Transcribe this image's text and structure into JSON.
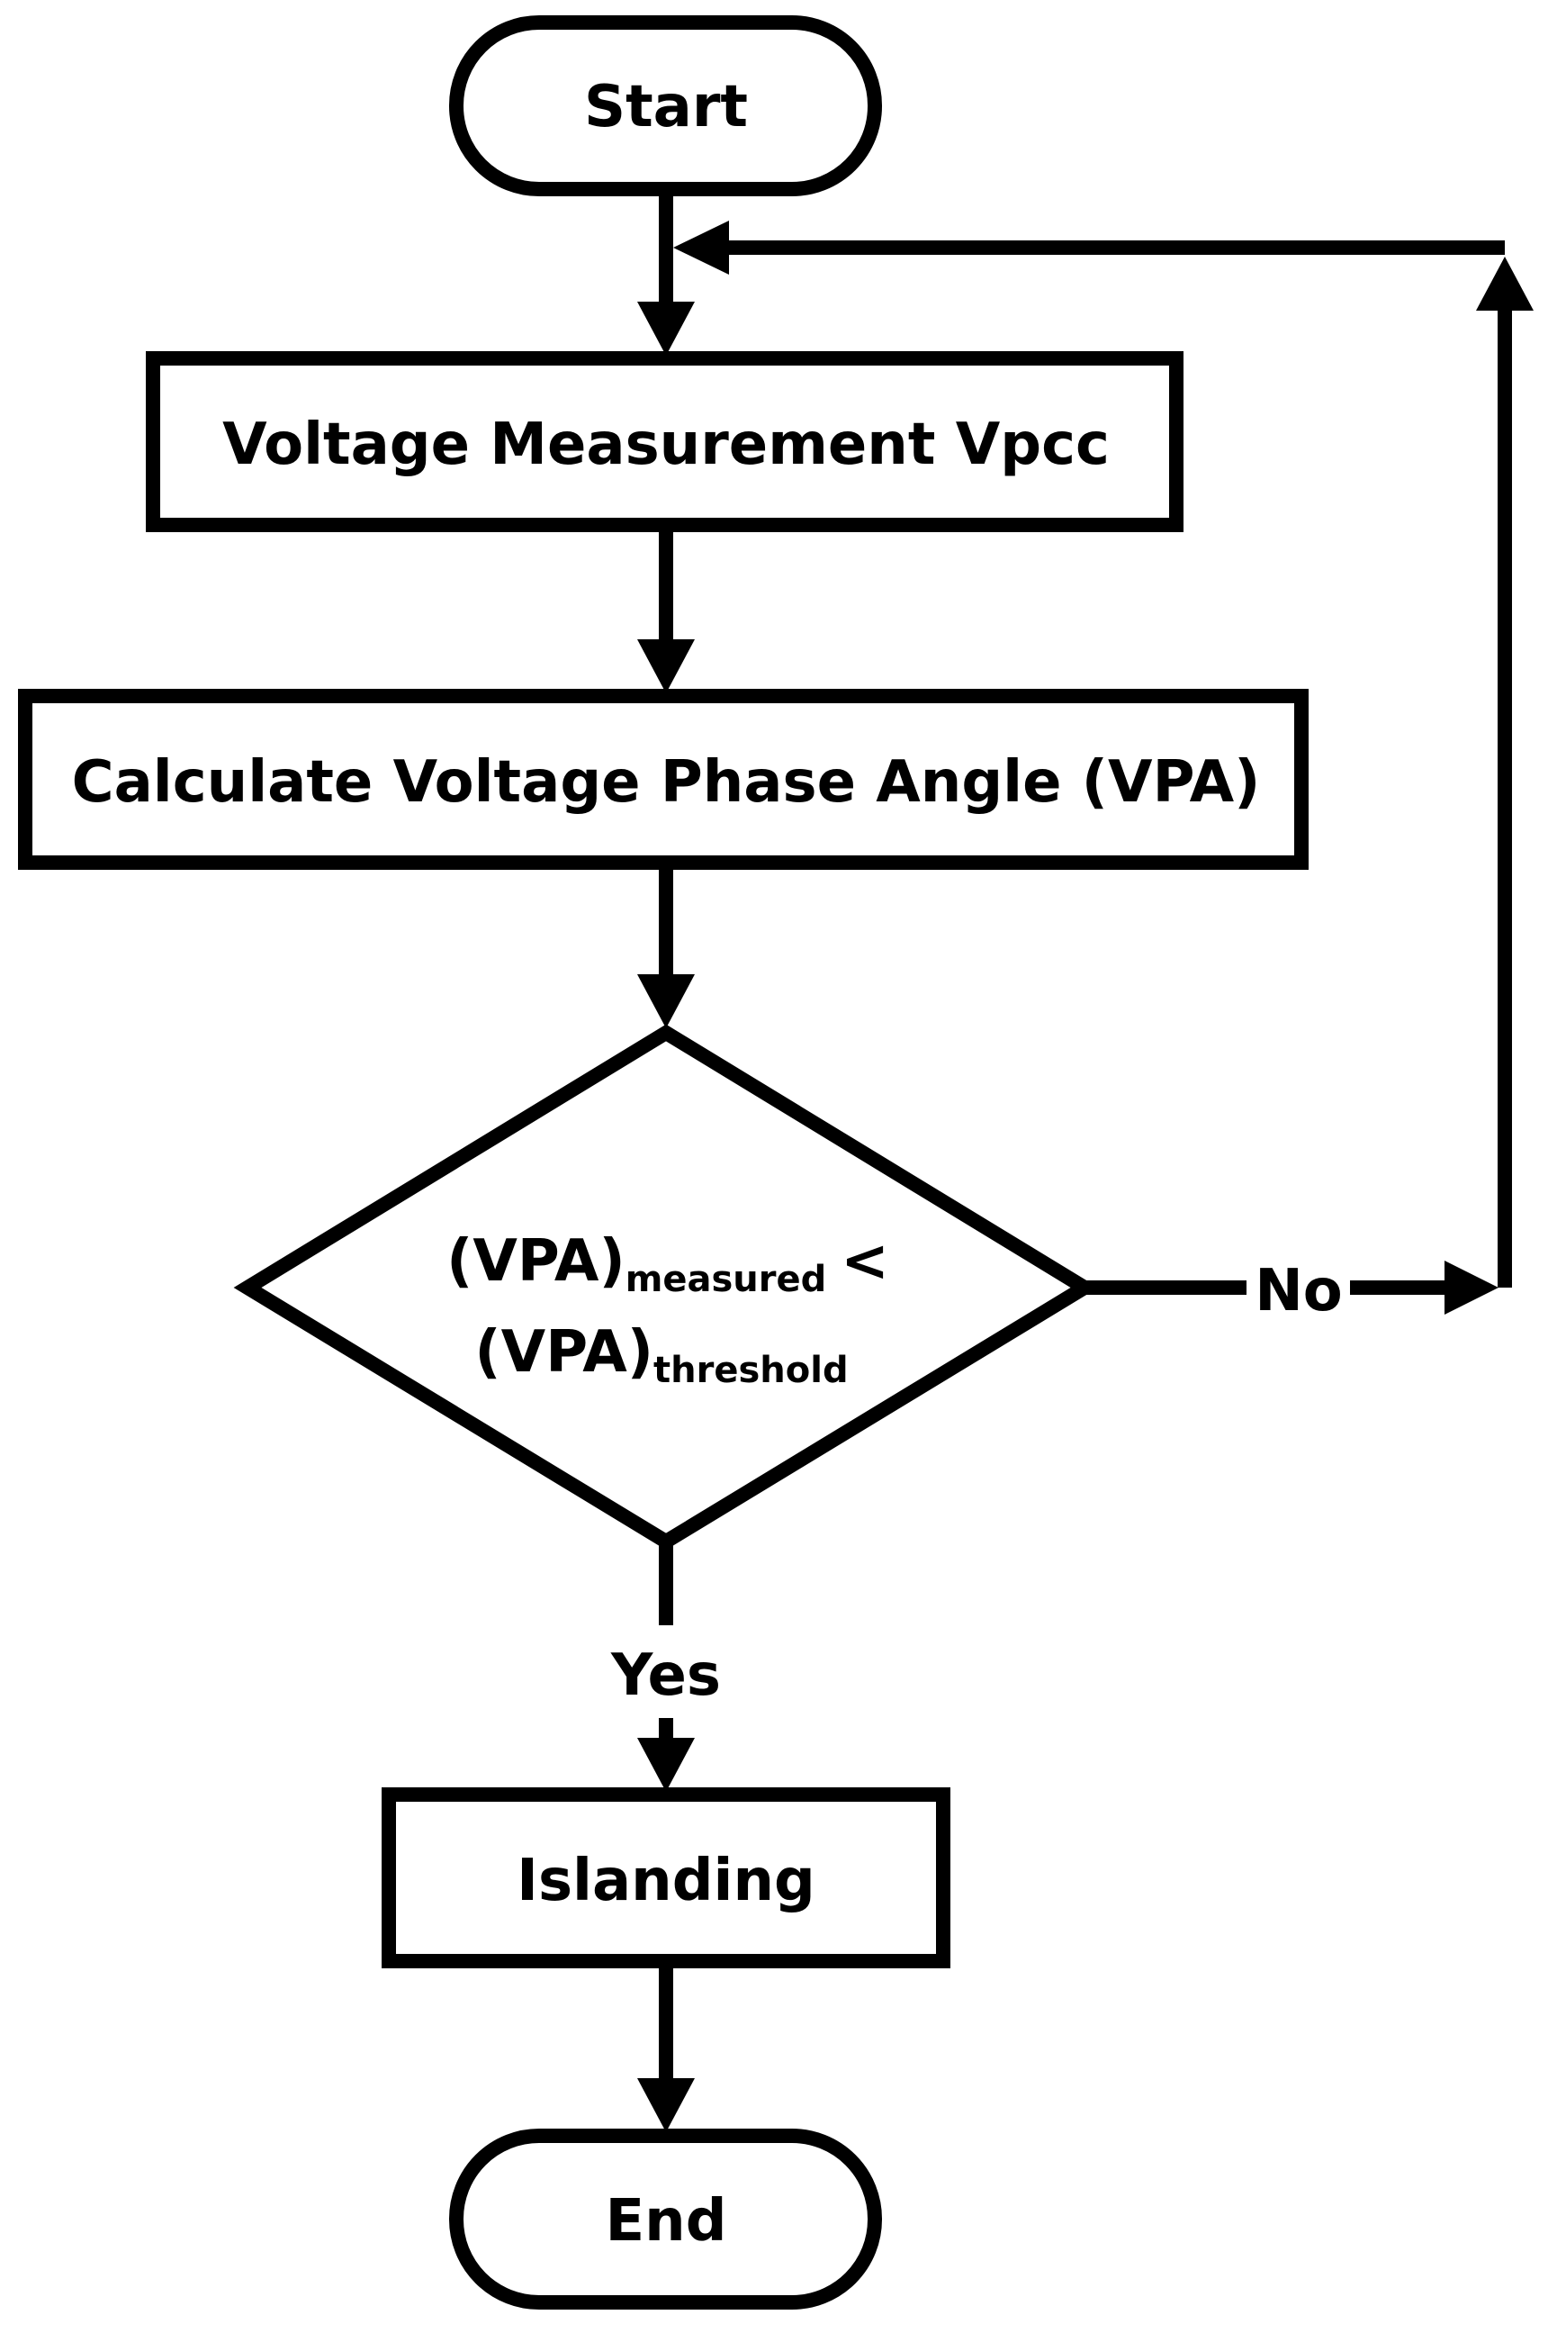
{
  "nodes": {
    "start": {
      "label": "Start"
    },
    "measure": {
      "label": "Voltage Measurement Vpcc"
    },
    "calculate": {
      "label": "Calculate Voltage Phase Angle (VPA)"
    },
    "decision": {
      "line1_main": "(VPA)",
      "line1_sub": "measured",
      "line1_op": "<",
      "line2_main": "(VPA)",
      "line2_sub": "threshold"
    },
    "islanding": {
      "label": "Islanding"
    },
    "end": {
      "label": "End"
    }
  },
  "edges": {
    "no_label": "No",
    "yes_label": "Yes"
  },
  "colors": {
    "stroke": "#000000",
    "fill": "#ffffff"
  }
}
